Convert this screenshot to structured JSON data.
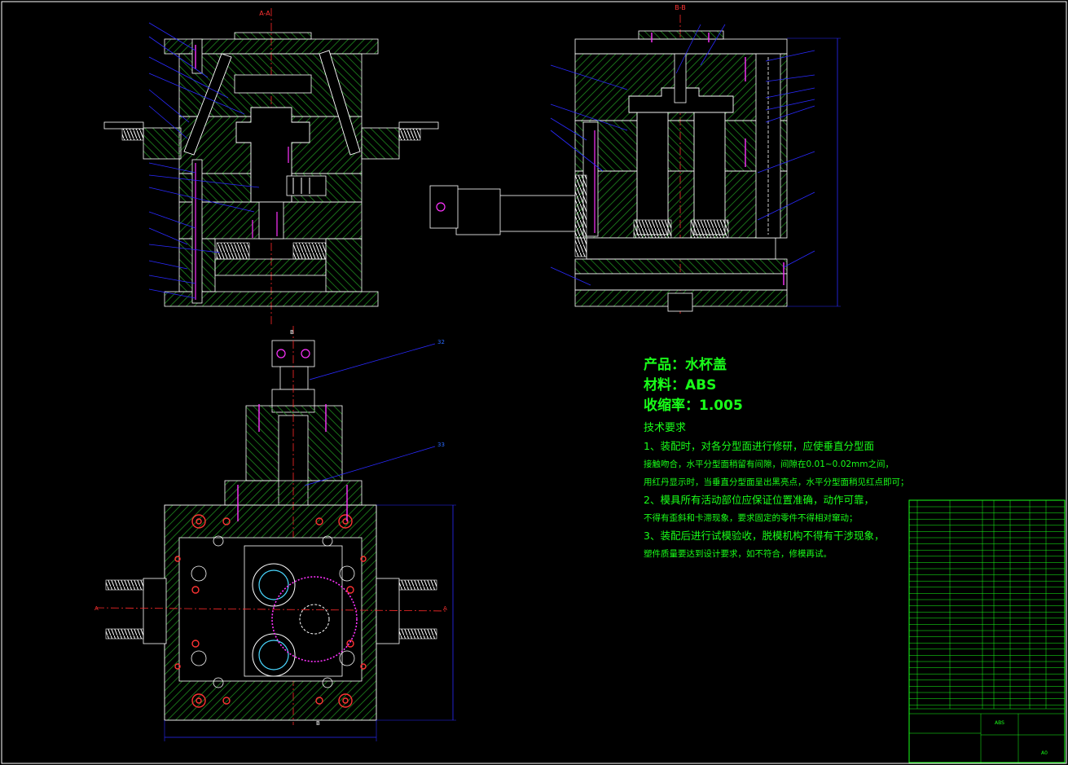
{
  "drawing": {
    "colors": {
      "background": "#000000",
      "outline": "#ffffff",
      "hatch": "#1f8a1f",
      "centerline": "#ff2a2a",
      "leader": "#2a2aff",
      "bolt": "#ff33ff",
      "notes_text": "#19ff19",
      "table_line": "#19ff19"
    },
    "views": {
      "section_aa": "A-A",
      "section_bb": "B-B",
      "section_mark_a": "A",
      "section_mark_b": "B"
    },
    "callouts": {
      "plan_upper": "32",
      "plan_lower": "33"
    },
    "notes": {
      "product": "产品：水杯盖",
      "material": "材料：ABS",
      "shrinkage": "收缩率：1.005",
      "tech_title": "技术要求",
      "lines": [
        "1、装配时，对各分型面进行修研，应使垂直分型面",
        "接触吻合，水平分型面稍留有间隙，间隙在0.01~0.02mm之间，",
        "用红丹显示时，当垂直分型面呈出黑亮点，水平分型面稍见红点即可；",
        "2、模具所有活动部位应保证位置准确，动作可靠，",
        "不得有歪斜和卡滞现象，要求固定的零件不得相对窜动；",
        "3、装配后进行试模验收，脱模机构不得有干涉现象，",
        "塑件质量要达到设计要求，如不符合，修模再试。"
      ]
    },
    "title_block": {
      "material_cell": "ABS",
      "sheet_size": "A0"
    }
  }
}
